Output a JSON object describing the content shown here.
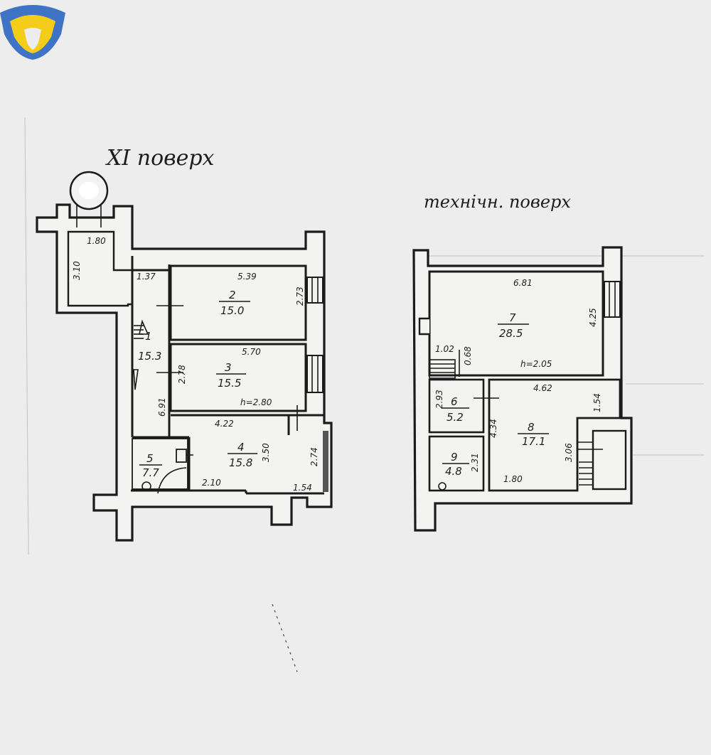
{
  "colors": {
    "paper": "#ecedec",
    "ink": "#1b1b1b",
    "logo_blue": "#3f73c6",
    "logo_yellow": "#f3cd1a"
  },
  "logo": {
    "name": "shield-logo"
  },
  "left_plan": {
    "title": "XI поверх",
    "rooms": [
      {
        "num": "1",
        "area": "15.3"
      },
      {
        "num": "2",
        "area": "15.0"
      },
      {
        "num": "3",
        "area": "15.5"
      },
      {
        "num": "4",
        "area": "15.8"
      },
      {
        "num": "5",
        "area": "7.7"
      }
    ],
    "dims": {
      "d1_80": "1.80",
      "d3_10": "3.10",
      "d1_37": "1.37",
      "d5_39": "5.39",
      "d2_73": "2.73",
      "d5_70": "5.70",
      "d2_78": "2.78",
      "h280": "h=2.80",
      "d6_91": "6.91",
      "d4_22": "4.22",
      "d3_50": "3.50",
      "d2_74": "2.74",
      "d2_10": "2.10",
      "d1_54": "1.54"
    }
  },
  "right_plan": {
    "title": "технічн. поверх",
    "rooms": [
      {
        "num": "7",
        "area": "28.5"
      },
      {
        "num": "6",
        "area": "5.2"
      },
      {
        "num": "8",
        "area": "17.1"
      },
      {
        "num": "9",
        "area": "4.8"
      }
    ],
    "dims": {
      "d6_81": "6.81",
      "d4_25": "4.25",
      "d1_02": "1.02",
      "d0_68": "0.68",
      "h205": "h=2.05",
      "d4_62": "4.62",
      "d2_93": "2.93",
      "d4_34": "4.34",
      "d1_54": "1.54",
      "d3_06": "3.06",
      "d2_31": "2.31",
      "d1_80": "1.80"
    }
  }
}
